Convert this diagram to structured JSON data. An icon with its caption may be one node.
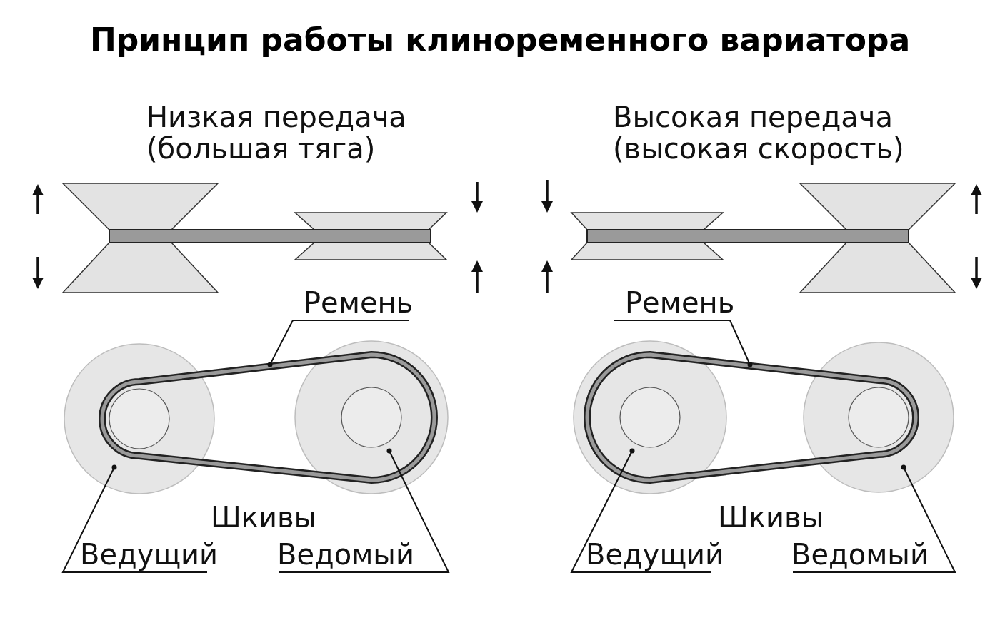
{
  "diagram": {
    "title": "Принцип работы клиноременного вариатора",
    "nodes": [
      {
        "text": [
          "Ремень"
        ]
      },
      {
        "text": [],
        "shape": "belt"
      },
      {
        "text": [
          "Ведущий"
        ]
      },
      {
        "text": [],
        "shape": "circle"
      },
      {
        "text": [
          "Ведомый"
        ]
      },
      {
        "text": [],
        "shape": "circle"
      },
      {
        "text": [
          "Ремень"
        ]
      },
      {
        "text": [],
        "shape": "belt"
      },
      {
        "text": [
          "Ведущий"
        ]
      },
      {
        "text": [],
        "shape": "circle"
      },
      {
        "text": [
          "Ведомый"
        ]
      },
      {
        "text": [],
        "shape": "circle"
      }
    ],
    "edges": [
      {
        "from": 0,
        "to": 1,
        "arrow": "none"
      },
      {
        "from": 2,
        "to": 3,
        "arrow": "none"
      },
      {
        "from": 4,
        "to": 5,
        "arrow": "none"
      },
      {
        "from": 6,
        "to": 7,
        "arrow": "none"
      },
      {
        "from": 8,
        "to": 9,
        "arrow": "none"
      },
      {
        "from": 10,
        "to": 11,
        "arrow": "none"
      }
    ],
    "labels": [
      "Низкая передача (большая тяга)",
      "Высокая передача (высокая скорость)",
      "Шкивы",
      "Шкивы"
    ]
  }
}
